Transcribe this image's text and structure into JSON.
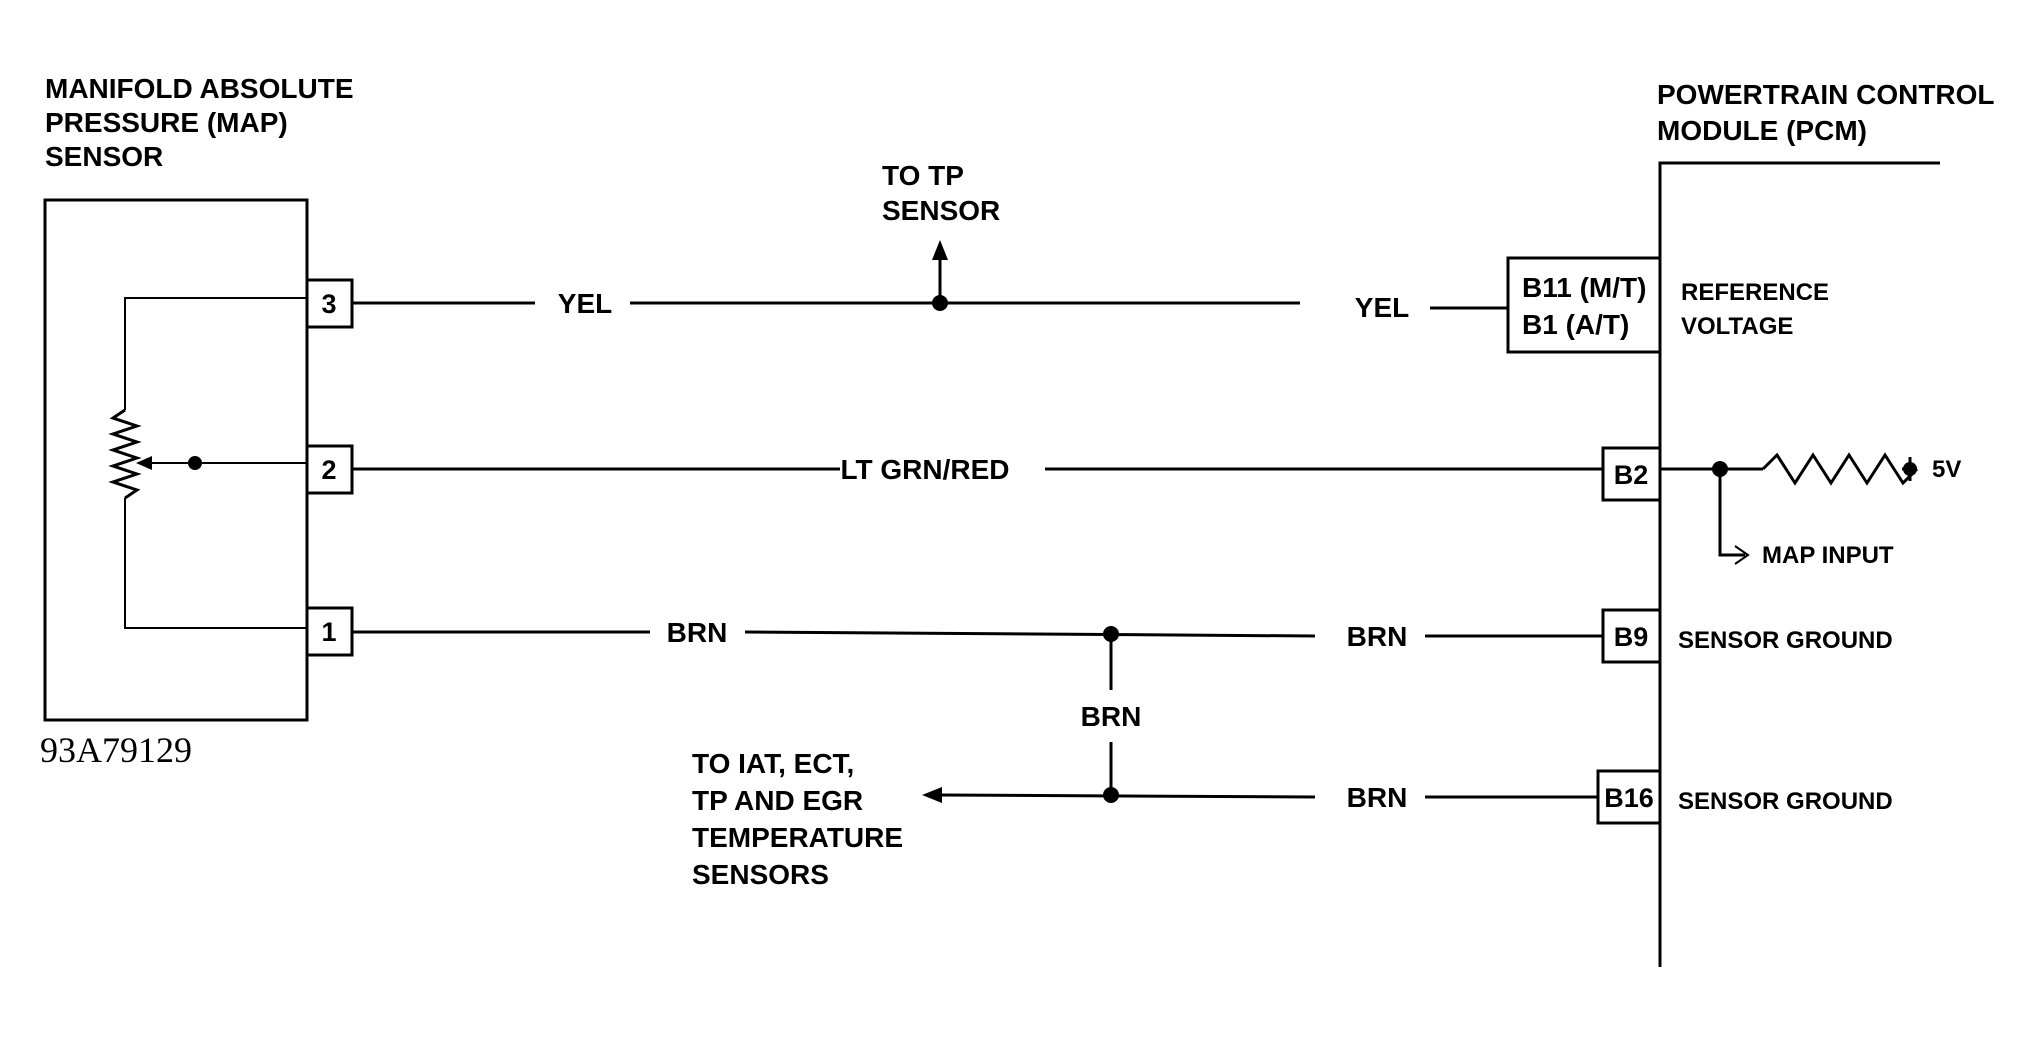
{
  "map_sensor": {
    "title_lines": [
      "MANIFOLD ABSOLUTE",
      "PRESSURE (MAP)",
      "SENSOR"
    ],
    "pins": [
      "3",
      "2",
      "1"
    ],
    "figure_code": "93A79129"
  },
  "pcm": {
    "title_lines": [
      "POWERTRAIN CONTROL",
      "MODULE (PCM)"
    ],
    "pins": {
      "ref_top": "B11 (M/T)",
      "ref_bottom": "B1 (A/T)",
      "b2": "B2",
      "b9": "B9",
      "b16": "B16"
    },
    "functions": {
      "ref_line1": "REFERENCE",
      "ref_line2": "VOLTAGE",
      "sensor_ground_b9": "SENSOR GROUND",
      "sensor_ground_b16": "SENSOR GROUND",
      "map_input": "MAP INPUT",
      "supply": "5V"
    }
  },
  "wires": {
    "yel_left": "YEL",
    "yel_right": "YEL",
    "lt_grn_red": "LT GRN/RED",
    "brn_left": "BRN",
    "brn_right": "BRN",
    "brn_vertical": "BRN",
    "brn_lower": "BRN"
  },
  "annotations": {
    "to_tp_lines": [
      "TO TP",
      "SENSOR"
    ],
    "to_sensors_lines": [
      "TO IAT, ECT,",
      "TP AND EGR",
      "TEMPERATURE",
      "SENSORS"
    ]
  }
}
